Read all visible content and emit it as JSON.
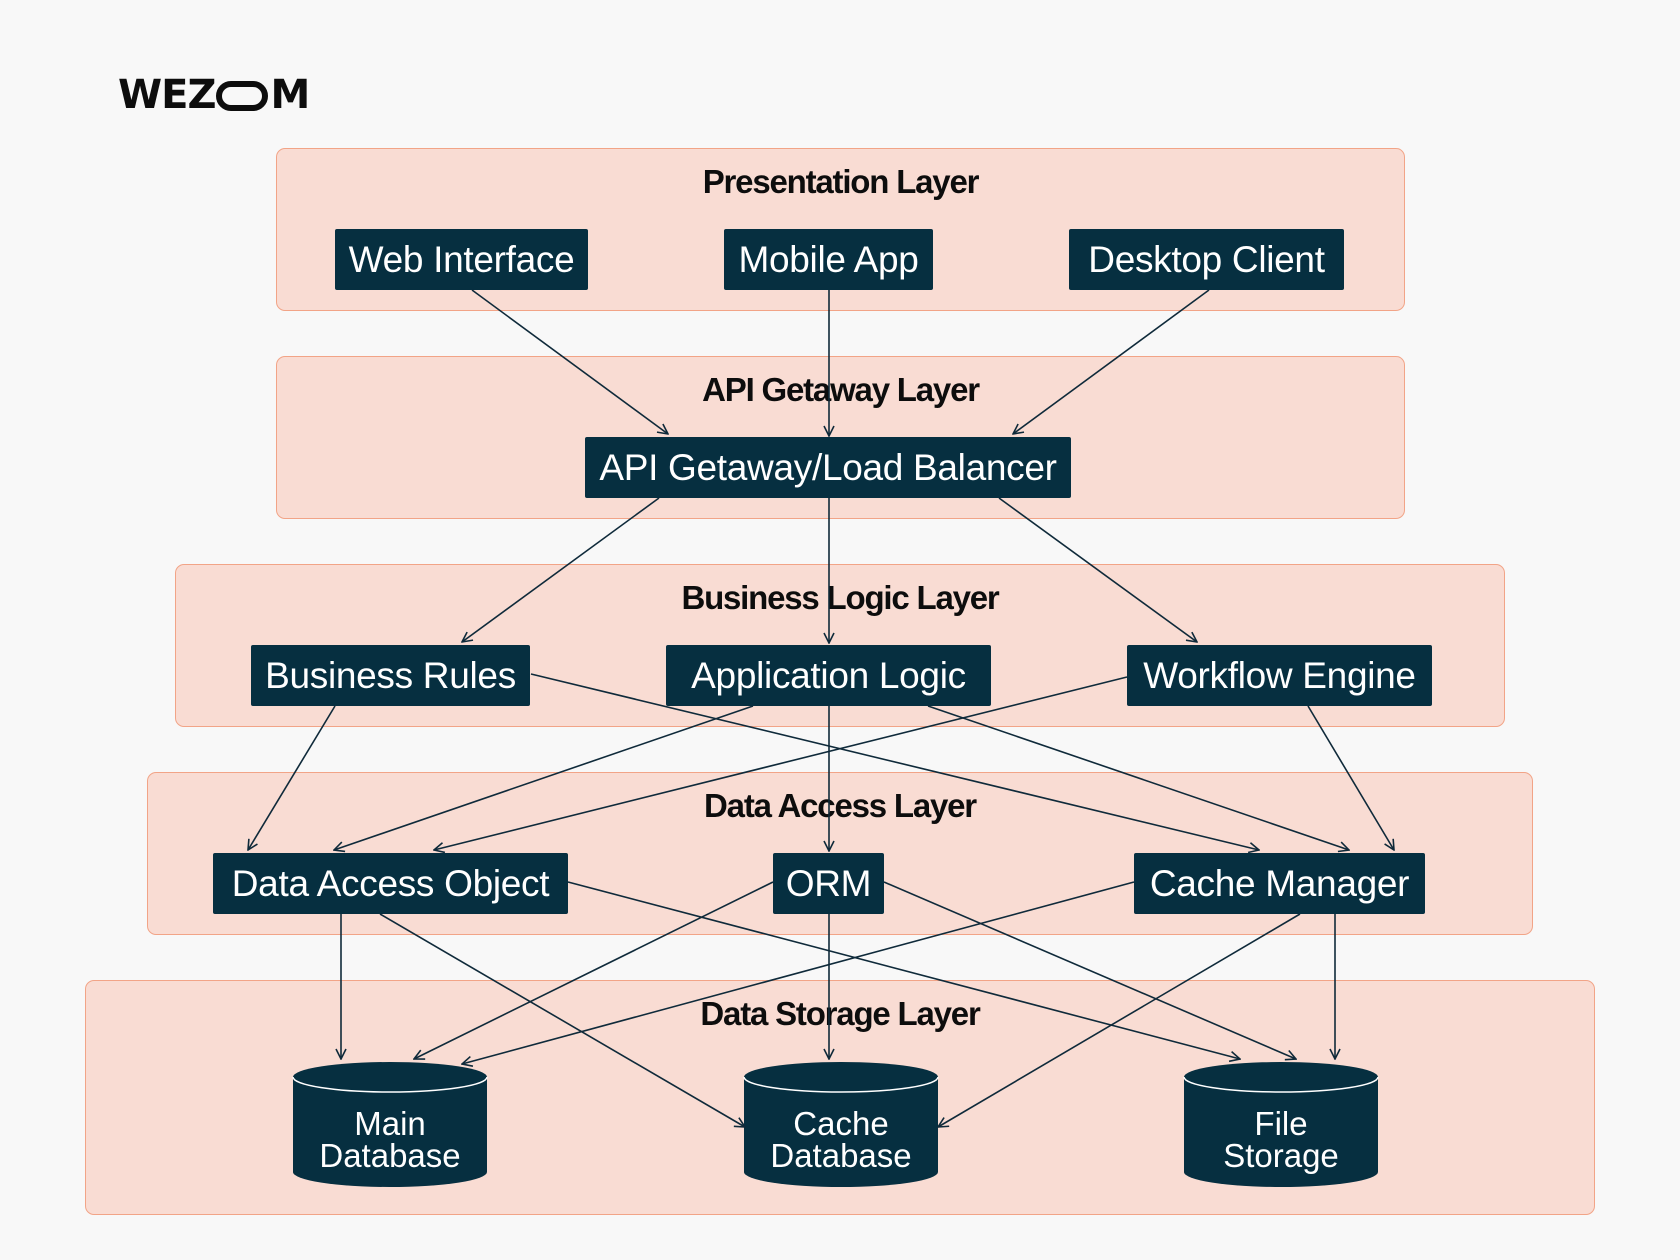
{
  "brand": {
    "logo_prefix": "WEZ",
    "logo_suffix": "M"
  },
  "layers": {
    "presentation": {
      "title": "Presentation Layer",
      "web": "Web Interface",
      "mobile": "Mobile App",
      "desktop": "Desktop Client"
    },
    "gateway": {
      "title": "API Getaway Layer",
      "balancer": "API Getaway/Load Balancer"
    },
    "business": {
      "title": "Business Logic Layer",
      "rules": "Business Rules",
      "app": "Application Logic",
      "workflow": "Workflow Engine"
    },
    "access": {
      "title": "Data Access Layer",
      "dao": "Data Access Object",
      "orm": "ORM",
      "cache_manager": "Cache Manager"
    },
    "storage": {
      "title": "Data Storage Layer",
      "main_l1": "Main",
      "main_l2": "Database",
      "cache_l1": "Cache",
      "cache_l2": "Database",
      "file_l1": "File",
      "file_l2": "Storage"
    }
  },
  "colors": {
    "layer_fill": "#f9dcd3",
    "layer_border": "#f2a487",
    "node_fill": "#062f40",
    "arrow": "#0f2a3a"
  },
  "connections": [
    [
      "node-web-interface",
      "node-api-gateway"
    ],
    [
      "node-mobile-app",
      "node-api-gateway"
    ],
    [
      "node-desktop-client",
      "node-api-gateway"
    ],
    [
      "node-api-gateway",
      "node-business-rules"
    ],
    [
      "node-api-gateway",
      "node-application-logic"
    ],
    [
      "node-api-gateway",
      "node-workflow-engine"
    ],
    [
      "node-business-rules",
      "node-data-access-object"
    ],
    [
      "node-business-rules",
      "node-cache-manager"
    ],
    [
      "node-application-logic",
      "node-data-access-object"
    ],
    [
      "node-application-logic",
      "node-orm"
    ],
    [
      "node-application-logic",
      "node-cache-manager"
    ],
    [
      "node-workflow-engine",
      "node-data-access-object"
    ],
    [
      "node-workflow-engine",
      "node-cache-manager"
    ],
    [
      "node-data-access-object",
      "node-main-database"
    ],
    [
      "node-data-access-object",
      "node-cache-database"
    ],
    [
      "node-data-access-object",
      "node-file-storage"
    ],
    [
      "node-orm",
      "node-main-database"
    ],
    [
      "node-orm",
      "node-cache-database"
    ],
    [
      "node-orm",
      "node-file-storage"
    ],
    [
      "node-cache-manager",
      "node-main-database"
    ],
    [
      "node-cache-manager",
      "node-cache-database"
    ],
    [
      "node-cache-manager",
      "node-file-storage"
    ]
  ]
}
